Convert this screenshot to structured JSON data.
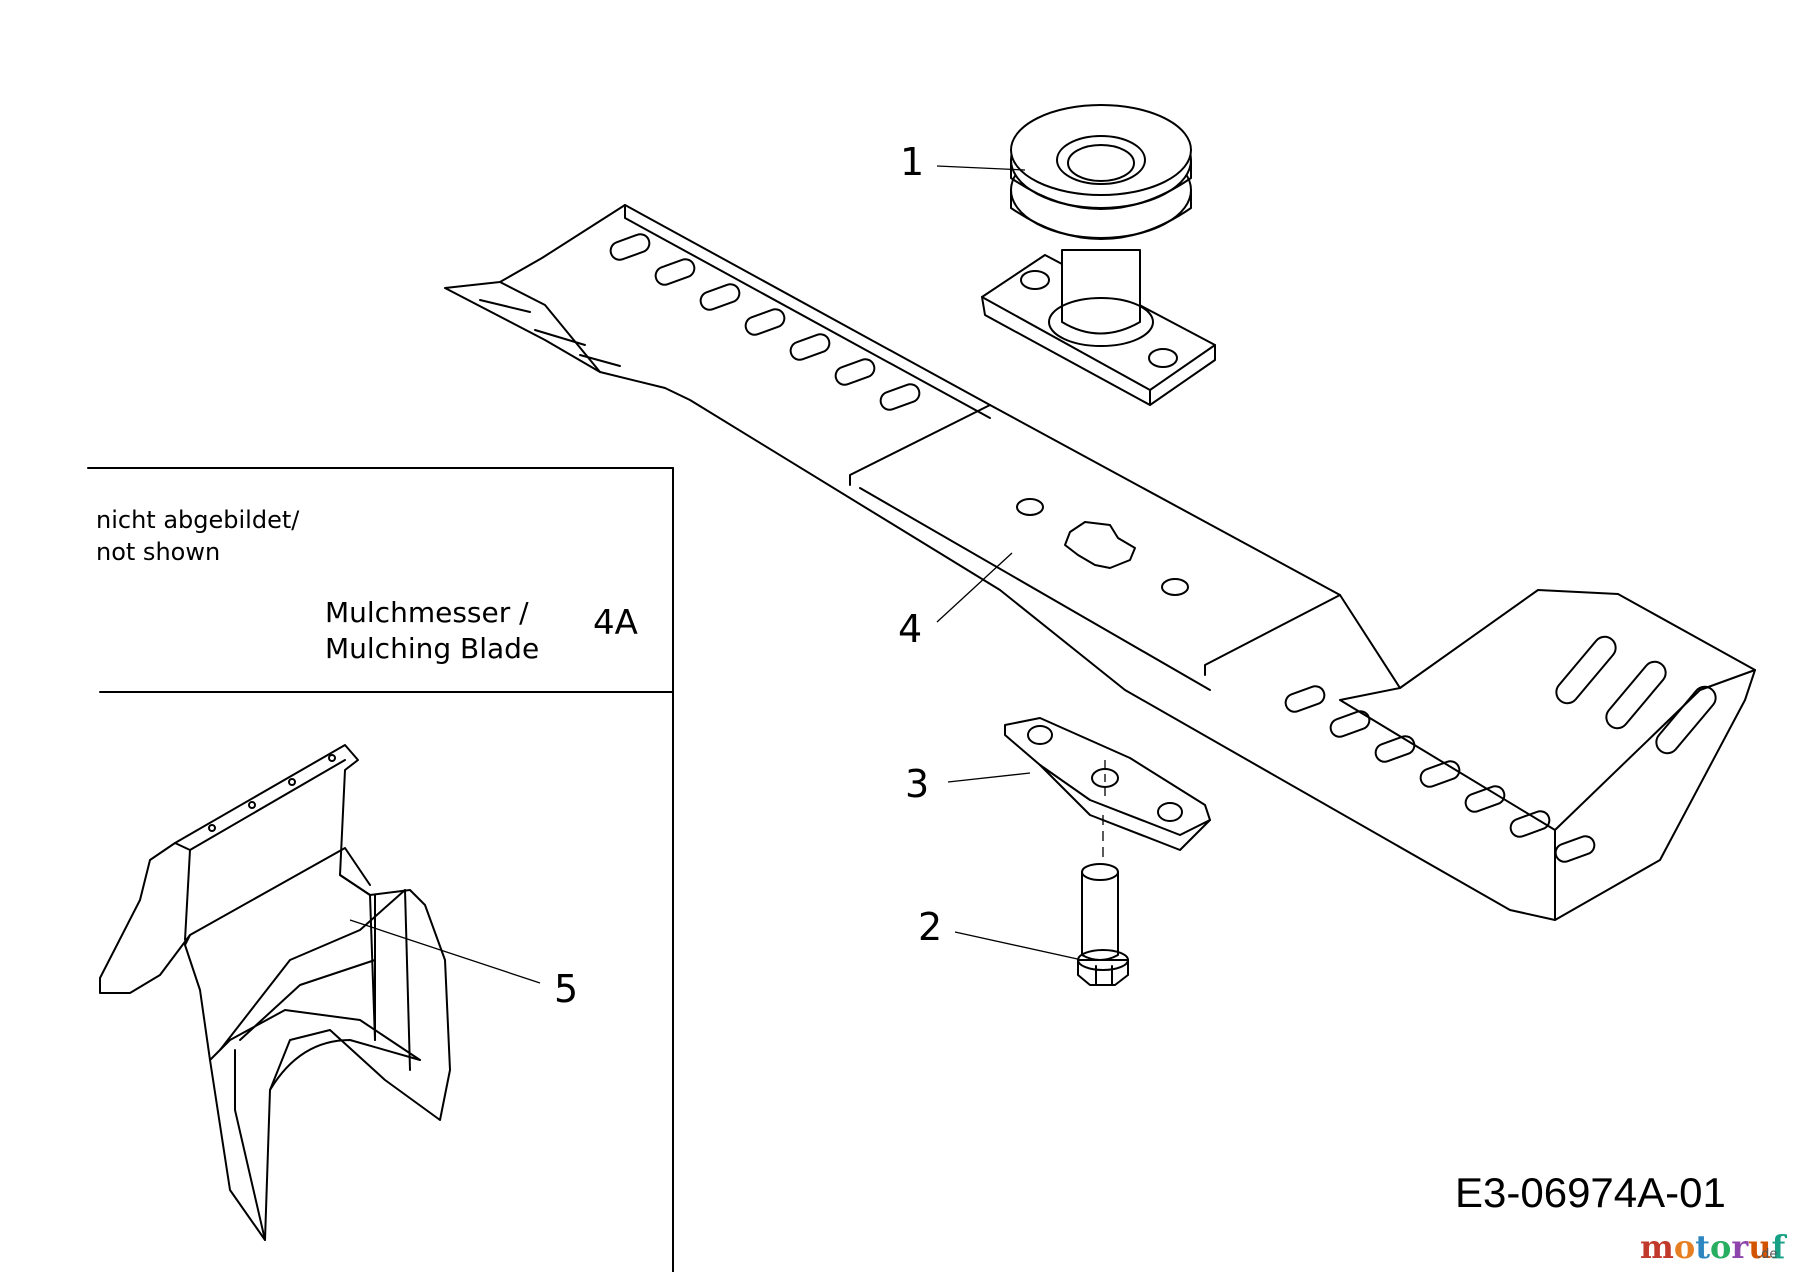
{
  "callouts": {
    "c1": "1",
    "c2": "2",
    "c3": "3",
    "c4": "4",
    "c5": "5"
  },
  "note_box": {
    "line1": "nicht abgebildet/",
    "line2": "not shown",
    "item_line1": "Mulchmesser /",
    "item_line2": "Mulching Blade",
    "item_number": "4A"
  },
  "reference_code": "E3-06974A-01",
  "watermark": {
    "brand": "motoruf",
    "suffix": ".de",
    "colors": [
      "#c0392b",
      "#e67e22",
      "#2e86c1",
      "#27ae60",
      "#8e44ad",
      "#d35400",
      "#16a085"
    ]
  }
}
